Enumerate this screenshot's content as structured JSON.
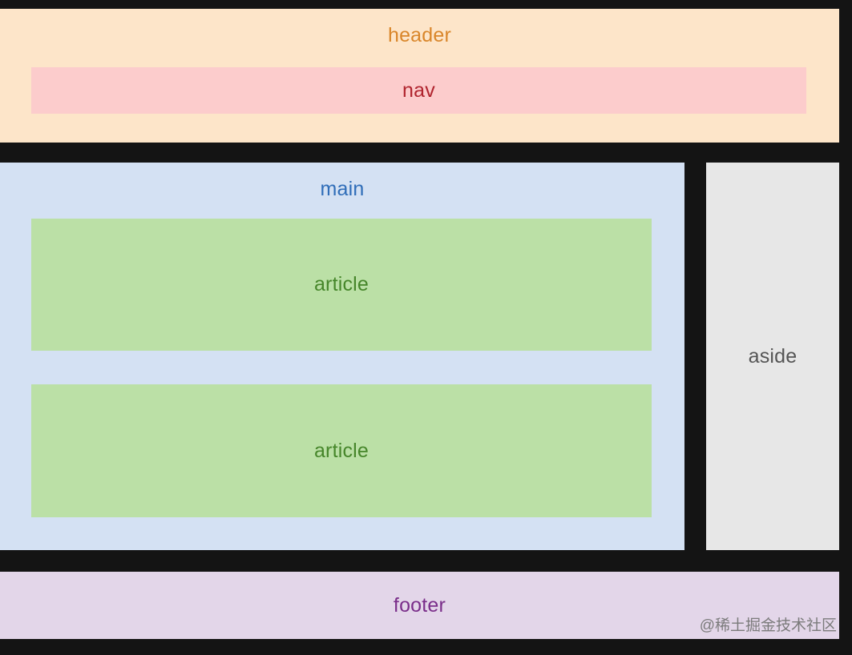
{
  "diagram": {
    "header": {
      "label": "header"
    },
    "nav": {
      "label": "nav"
    },
    "main": {
      "label": "main"
    },
    "articles": [
      {
        "label": "article"
      },
      {
        "label": "article"
      }
    ],
    "aside": {
      "label": "aside"
    },
    "footer": {
      "label": "footer"
    }
  },
  "watermark": {
    "credit": "@稀土掘金技术社区"
  },
  "colors": {
    "background": "#141414",
    "header": "#fde5c9",
    "nav": "#fccccc",
    "main": "#d4e1f3",
    "article": "#bbe0a6",
    "aside": "#e7e7e7",
    "footer": "#e3d6e9"
  }
}
